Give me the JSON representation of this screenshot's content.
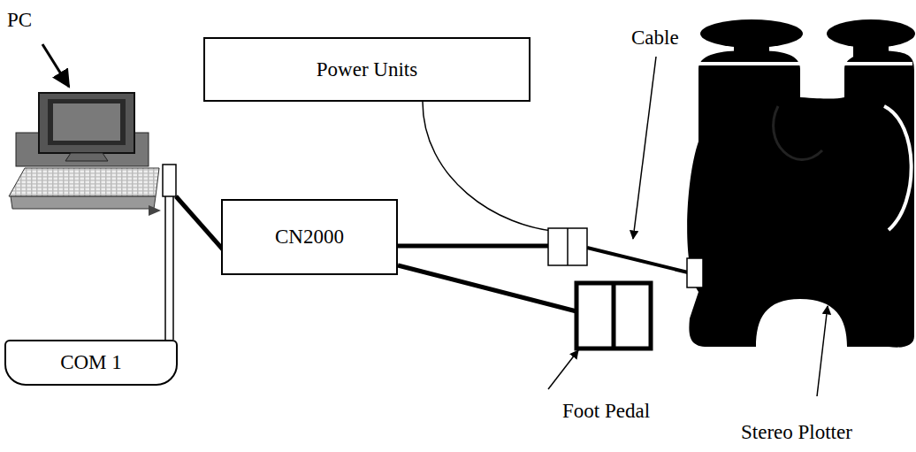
{
  "diagram": {
    "nodes": [
      {
        "text": [
          "Power Units"
        ]
      },
      {
        "text": [
          "CN2000"
        ]
      },
      {
        "text": [
          "COM 1"
        ]
      }
    ],
    "labels": [
      "PC",
      "Cable",
      "Foot Pedal",
      "Stereo Plotter"
    ]
  }
}
